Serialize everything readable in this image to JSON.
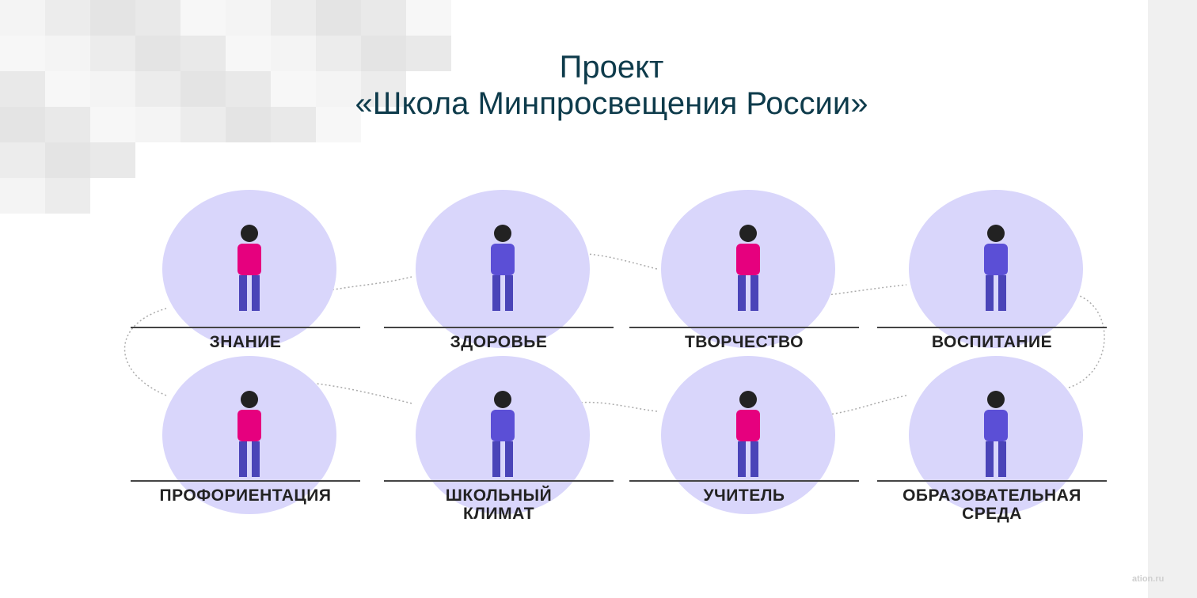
{
  "title": {
    "line1": "Проект",
    "line2": "«Школа Минпросвещения России»"
  },
  "items": [
    {
      "label": "ЗНАНИЕ"
    },
    {
      "label": "ЗДОРОВЬЕ"
    },
    {
      "label": "ТВОРЧЕСТВО"
    },
    {
      "label": "ВОСПИТАНИЕ"
    },
    {
      "label": "ПРОФОРИЕНТАЦИЯ"
    },
    {
      "label": "ШКОЛЬНЫЙ КЛИМАТ"
    },
    {
      "label": "УЧИТЕЛЬ"
    },
    {
      "label": "ОБРАЗОВАТЕЛЬНАЯ СРЕДА"
    }
  ],
  "watermark": "ation.ru",
  "colors": {
    "circle": "#d9d6fb",
    "accent": "#e6007e",
    "title": "#0e3b4b"
  }
}
